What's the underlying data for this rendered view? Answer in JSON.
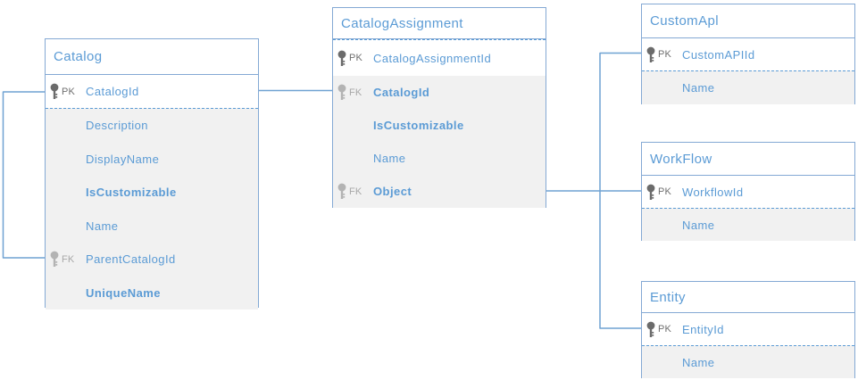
{
  "colors": {
    "accent_text": "#5b9bd5",
    "box_border": "#84a9d4",
    "connector": "#6fa2d2",
    "pk_icon": "#6b6b6b",
    "fk_icon": "#b3b3b3",
    "section_bg": "#f1f1f1"
  },
  "tables": [
    {
      "title": "Catalog",
      "rows": [
        {
          "key": "PK",
          "name": "CatalogId"
        },
        {
          "key": "",
          "name": "Description"
        },
        {
          "key": "",
          "name": "DisplayName"
        },
        {
          "key": "",
          "name": "IsCustomizable"
        },
        {
          "key": "",
          "name": "Name"
        },
        {
          "key": "FK",
          "name": "ParentCatalogId"
        },
        {
          "key": "",
          "name": "UniqueName"
        }
      ]
    },
    {
      "title": "CatalogAssignment",
      "rows": [
        {
          "key": "PK",
          "name": "CatalogAssignmentId"
        },
        {
          "key": "FK",
          "name": "CatalogId"
        },
        {
          "key": "",
          "name": "IsCustomizable"
        },
        {
          "key": "",
          "name": "Name"
        },
        {
          "key": "FK",
          "name": "Object"
        }
      ]
    },
    {
      "title": "CustomApl",
      "rows": [
        {
          "key": "PK",
          "name": "CustomAPIId"
        },
        {
          "key": "",
          "name": "Name"
        }
      ]
    },
    {
      "title": "WorkFlow",
      "rows": [
        {
          "key": "PK",
          "name": "WorkflowId"
        },
        {
          "key": "",
          "name": "Name"
        }
      ]
    },
    {
      "title": "Entity",
      "rows": [
        {
          "key": "PK",
          "name": "EntityId"
        },
        {
          "key": "",
          "name": "Name"
        }
      ]
    }
  ],
  "relationships": [
    {
      "from": "Catalog.ParentCatalogId",
      "to": "Catalog.CatalogId"
    },
    {
      "from": "CatalogAssignment.CatalogId",
      "to": "Catalog.CatalogId"
    },
    {
      "from": "CatalogAssignment.Object",
      "to": "CustomApl.CustomAPIId"
    },
    {
      "from": "CatalogAssignment.Object",
      "to": "WorkFlow.WorkflowId"
    },
    {
      "from": "CatalogAssignment.Object",
      "to": "Entity.EntityId"
    }
  ]
}
